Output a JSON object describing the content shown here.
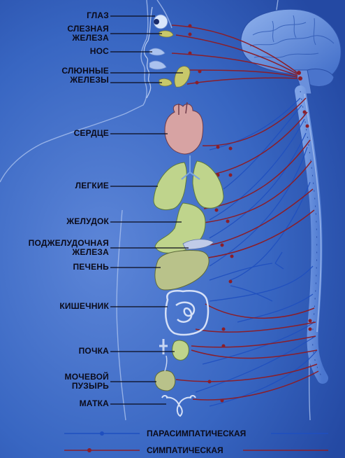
{
  "labels": {
    "eye": "ГЛАЗ",
    "lacrimal_1": "СЛЕЗНАЯ",
    "lacrimal_2": "ЖЕЛЕЗА",
    "nose": "НОС",
    "salivary_1": "СЛЮННЫЕ",
    "salivary_2": "ЖЕЛЕЗЫ",
    "heart": "СЕРДЦЕ",
    "lungs": "ЛЕГКИЕ",
    "stomach": "ЖЕЛУДОК",
    "pancreas_1": "ПОДЖЕЛУДОЧНАЯ",
    "pancreas_2": "ЖЕЛЕЗА",
    "liver": "ПЕЧЕНЬ",
    "intestine": "КИШЕЧНИК",
    "kidney": "ПОЧКА",
    "bladder_1": "МОЧЕВОЙ",
    "bladder_2": "ПУЗЫРЬ",
    "uterus": "МАТКА"
  },
  "legend": {
    "parasympathetic": "ПАРАСИМПАТИЧЕСКАЯ",
    "sympathetic": "СИМПАТИЧЕСКАЯ"
  },
  "colors": {
    "background": "#2f5ab7",
    "parasympathetic_line": "#1f4fbf",
    "sympathetic_line": "#8a1e2a",
    "label_text": "#0b0b1a"
  }
}
